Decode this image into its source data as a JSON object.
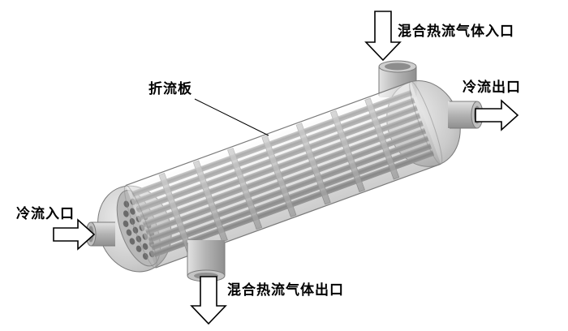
{
  "diagram": {
    "type": "shell-and-tube heat exchanger 3D schematic",
    "labels": {
      "hot_gas_inlet": "混合热流气体入口",
      "cold_flow_outlet": "冷流出口",
      "baffle_plate": "折流板",
      "cold_flow_inlet": "冷流入口",
      "hot_gas_outlet": "混合热流气体出口"
    },
    "colors": {
      "background": "#ffffff",
      "text": "#000000",
      "shell_light": "#e8e8e8",
      "shell_mid": "#c0c0c0",
      "shell_dark": "#9a9a9a",
      "tube": "#6f6f6f",
      "outline": "#7a7a7a",
      "arrow_fill": "#ffffff",
      "arrow_stroke": "#000000"
    }
  }
}
